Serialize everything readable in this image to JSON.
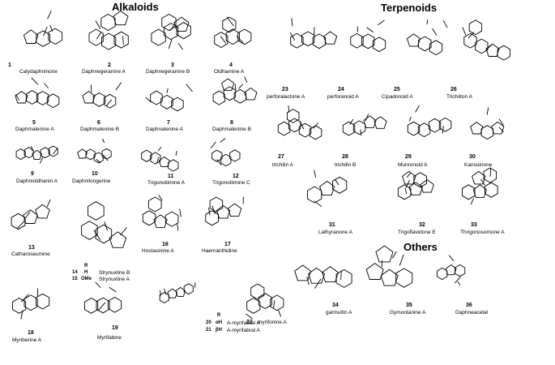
{
  "sections": {
    "alkaloids": "Alkaloids",
    "terpenoids": "Terpenoids",
    "others": "Others"
  },
  "compounds": [
    {
      "num": "1",
      "name": "Calydaphninone"
    },
    {
      "num": "2",
      "name": "Daphnegeranine A"
    },
    {
      "num": "3",
      "name": "Daphnegeranine B"
    },
    {
      "num": "4",
      "name": "Oldhamine A"
    },
    {
      "num": "5",
      "name": "Daphmalenine A"
    },
    {
      "num": "6",
      "name": "Daphmalenine B"
    },
    {
      "num": "7",
      "name": "Daphnalenine A"
    },
    {
      "num": "8",
      "name": "Daphmalenine B"
    },
    {
      "num": "9",
      "name": "Daphnioldhanin A"
    },
    {
      "num": "10",
      "name": "Daphnilongerine"
    },
    {
      "num": "11",
      "name": "Trigonoliimine A"
    },
    {
      "num": "12",
      "name": "Trigonoliimine C"
    },
    {
      "num": "13",
      "name": "Catharoseumine"
    },
    {
      "num": "16",
      "name": "Hostasinine A"
    },
    {
      "num": "17",
      "name": "Haemanthidine"
    },
    {
      "num": "18",
      "name": "Myriberine A"
    },
    {
      "num": "19",
      "name": "Myrifabine"
    },
    {
      "num": "22",
      "name": "myrifonine A"
    },
    {
      "num": "23",
      "name": "perforalactone A"
    },
    {
      "num": "24",
      "name": "perforanoid A"
    },
    {
      "num": "25",
      "name": "Cipadonoid A"
    },
    {
      "num": "26",
      "name": "Trichilton A"
    },
    {
      "num": "27",
      "name": "trichilin A"
    },
    {
      "num": "28",
      "name": "trichilin B"
    },
    {
      "num": "29",
      "name": "Munronoid A"
    },
    {
      "num": "30",
      "name": "Kansuinone"
    },
    {
      "num": "31",
      "name": "Lathyranone A"
    },
    {
      "num": "32",
      "name": "Trigoflavidone E"
    },
    {
      "num": "33",
      "name": "Thrigonosomone A"
    },
    {
      "num": "34",
      "name": "garmultin A"
    },
    {
      "num": "35",
      "name": "Gymontanine A"
    },
    {
      "num": "36",
      "name": "Daphneacetal"
    }
  ],
  "strychnos": {
    "header": "R",
    "rows": [
      {
        "num": "14",
        "r": "H",
        "name": "Strynuxline B"
      },
      {
        "num": "15",
        "r": "OMe",
        "name": "Strynuxline A"
      }
    ]
  },
  "myrifabral": {
    "header": "R",
    "rows": [
      {
        "num": "20",
        "r": "αH",
        "name": "A-myrifabral A"
      },
      {
        "num": "21",
        "r": "βH",
        "name": "A-myrifabral A"
      }
    ]
  }
}
